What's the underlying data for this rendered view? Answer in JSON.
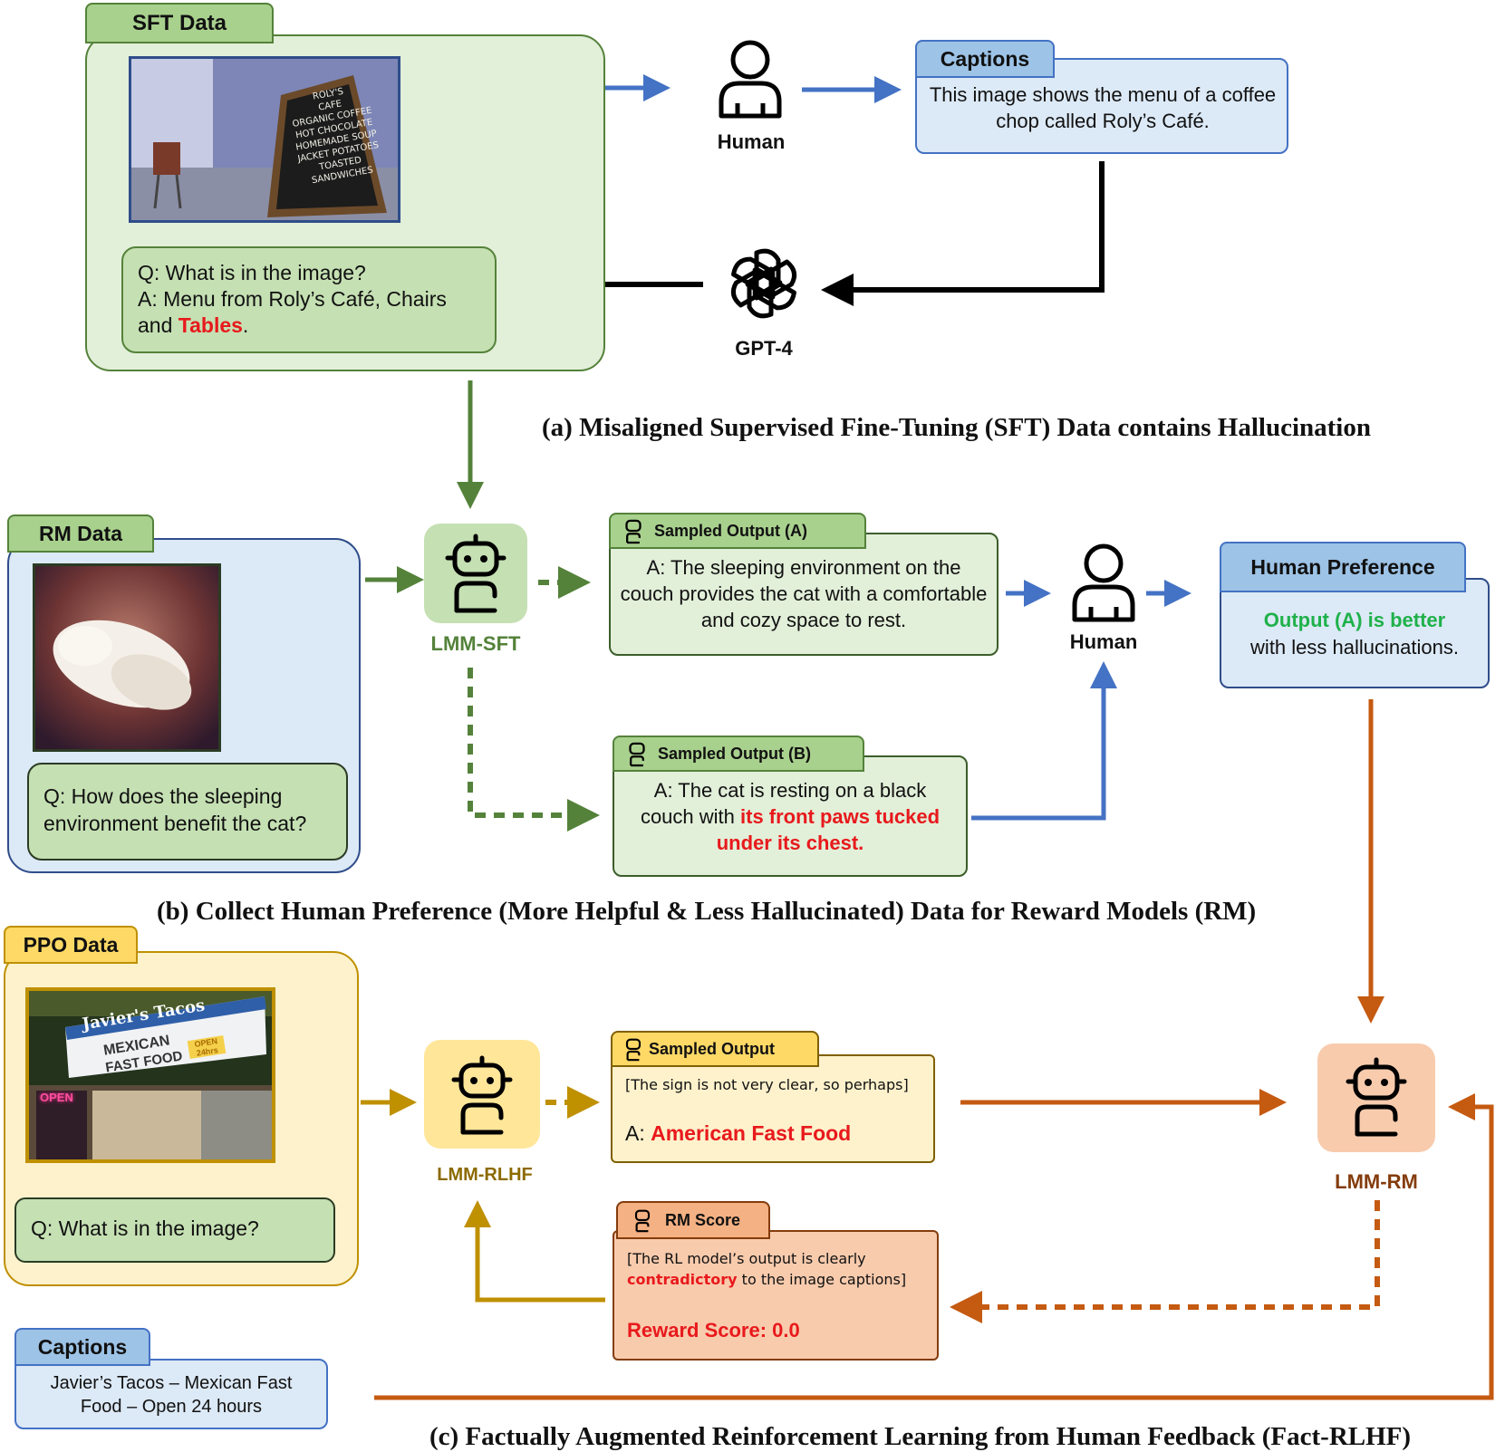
{
  "section_a": {
    "panel_title": "SFT Data",
    "qa_line1": "Q: What is in the image?",
    "qa_line2": "A: Menu from Roly’s Café, Chairs",
    "qa_line3_prefix": "and ",
    "qa_line3_highlight": "Tables",
    "qa_line3_suffix": ".",
    "human_label": "Human",
    "captions_tab": "Captions",
    "captions_text": "This image shows the menu of  a coffee chop called Roly’s Café.",
    "gpt_label": "GPT-4",
    "caption": "(a) Misaligned Supervised Fine-Tuning (SFT) Data contains Hallucination",
    "sign_text": [
      "ROLY'S",
      "CAFE",
      "ORGANIC COFFEE",
      "HOT CHOCOLATE",
      "HOMEMADE SOUP",
      "JACKET POTATOES",
      "TOASTED SANDWICHES"
    ]
  },
  "section_b": {
    "panel_title": "RM Data",
    "question": "Q: How does the sleeping environment benefit the cat?",
    "model_label": "LMM-SFT",
    "output_a_title": "Sampled Output (A)",
    "output_a_text": "A: The sleeping environment on the couch provides the cat with a comfortable and cozy space to rest.",
    "output_b_title": "Sampled Output (B)",
    "output_b_prefix": "A: The cat is resting on a black couch with ",
    "output_b_highlight": "its front paws tucked under its chest.",
    "human_label": "Human",
    "preference_title": "Human Preference",
    "preference_line1": "Output (A) is better",
    "preference_line2": "with less hallucinations.",
    "caption": "(b) Collect Human Preference (More Helpful & Less Hallucinated) Data for Reward Models (RM)"
  },
  "section_c": {
    "panel_title": "PPO Data",
    "question": "Q: What is in the image?",
    "model_label": "LMM-RLHF",
    "sampled_title": "Sampled Output",
    "sampled_note": "[The sign is not very clear, so perhaps]",
    "sampled_prefix": "A: ",
    "sampled_highlight": "American Fast Food",
    "rm_label": "LMM-RM",
    "score_title": "RM Score",
    "score_note_line1": "[The RL model’s output is clearly",
    "score_note_highlight": "contradictory",
    "score_note_rest": " to the image captions]",
    "score_value": "Reward Score: 0.0",
    "captions_tab": "Captions",
    "captions_text": "Javier’s Tacos – Mexican Fast Food – Open 24 hours",
    "caption": "(c) Factually Augmented Reinforcement Learning from Human Feedback (Fact-RLHF)",
    "sign_line1": "Javier's Tacos",
    "sign_line2": "MEXICAN",
    "sign_line3": "FAST FOOD",
    "sign_badge": "OPEN 24hrs",
    "open_sign": "OPEN"
  },
  "colors": {
    "green_fill": "#e2efd9",
    "green_border": "#54823a",
    "green_dark": "#70ad47",
    "blue_fill": "#dce9f6",
    "blue_border": "#4472c4",
    "blue_arrow": "#4472c4",
    "yellow_fill": "#fdf2cc",
    "yellow_border": "#bf9000",
    "orange_fill": "#f8cbad",
    "orange_border": "#c55a11",
    "red": "#e8191c",
    "text_green": "#1fb14a"
  }
}
